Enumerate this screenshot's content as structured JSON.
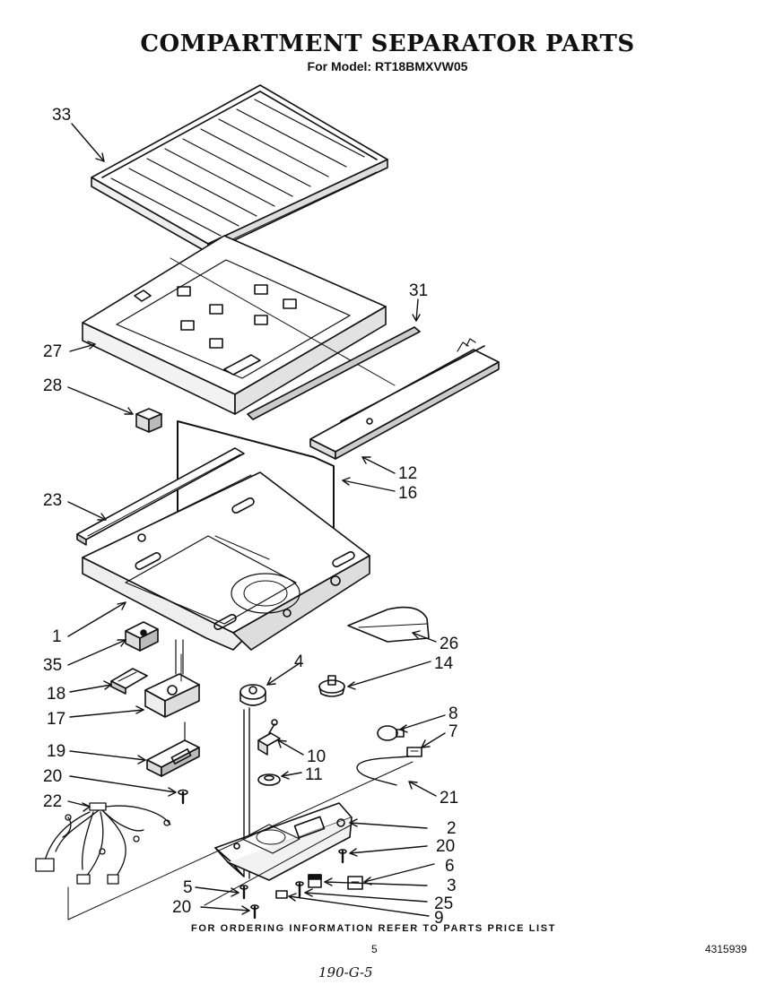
{
  "title": "COMPARTMENT SEPARATOR PARTS",
  "model": "For Model: RT18BMXVW05",
  "footer_note": "FOR ORDERING INFORMATION REFER TO PARTS PRICE LIST",
  "page_number": "5",
  "doc_number": "4315939",
  "handwritten_note": "190-G-5",
  "callouts": {
    "c33": "33",
    "c31": "31",
    "c27": "27",
    "c28": "28",
    "c12": "12",
    "c16": "16",
    "c23": "23",
    "c1": "1",
    "c26": "26",
    "c4": "4",
    "c14": "14",
    "c35": "35",
    "c18": "18",
    "c17": "17",
    "c8": "8",
    "c7": "7",
    "c10": "10",
    "c19": "19",
    "c11": "11",
    "c20a": "20",
    "c21": "21",
    "c22": "22",
    "c2": "2",
    "c20b": "20",
    "c6": "6",
    "c5": "5",
    "c3": "3",
    "c25": "25",
    "c20c": "20",
    "c9": "9"
  }
}
